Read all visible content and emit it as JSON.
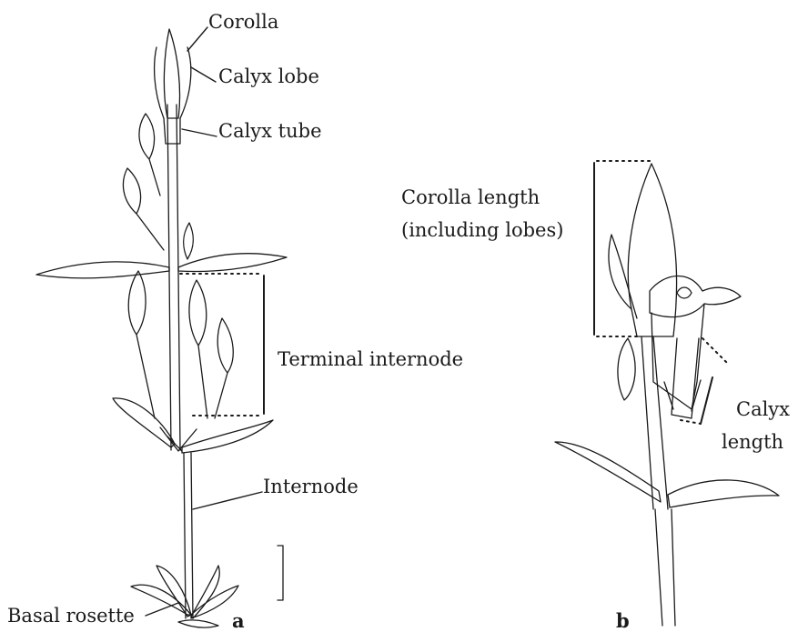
{
  "plant_a": {
    "labels": {
      "corolla": "Corolla",
      "calyx_lobe": "Calyx lobe",
      "calyx_tube": "Calyx tube",
      "terminal_internode": "Terminal internode",
      "internode": "Internode",
      "basal_rosette": "Basal rosette"
    },
    "panel_letter": "a"
  },
  "plant_b": {
    "labels": {
      "corolla_length_line1": "Corolla length",
      "corolla_length_line2": "(including lobes)",
      "calyx_length_line1": "Calyx",
      "calyx_length_line2": "length"
    },
    "panel_letter": "b"
  },
  "colors": {
    "ink": "#1a1a1a",
    "background": "#ffffff"
  }
}
